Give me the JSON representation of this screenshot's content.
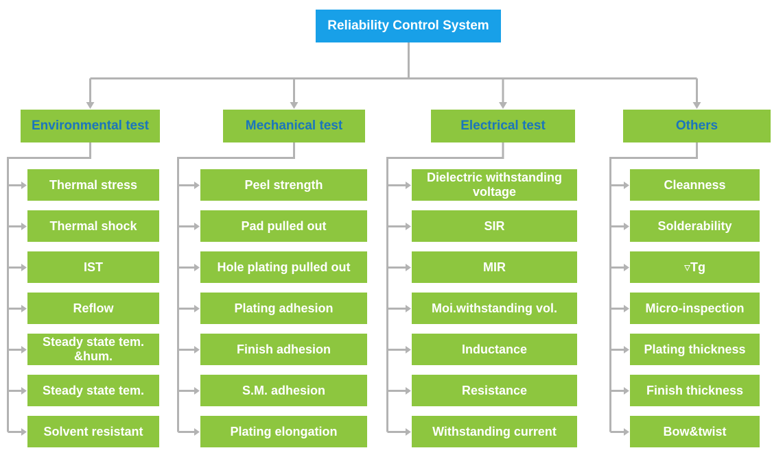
{
  "root": {
    "label": "Reliability Control System"
  },
  "branches": [
    {
      "label": "Environmental test",
      "children": [
        "Thermal stress",
        "Thermal shock",
        "IST",
        "Reflow",
        "Steady state tem. &hum.",
        "Steady state tem.",
        "Solvent resistant"
      ]
    },
    {
      "label": "Mechanical test",
      "children": [
        "Peel strength",
        "Pad pulled out",
        "Hole plating pulled out",
        "Plating adhesion",
        "Finish adhesion",
        "S.M. adhesion",
        "Plating elongation"
      ]
    },
    {
      "label": "Electrical test",
      "children": [
        "Dielectric withstanding voltage",
        "SIR",
        "MIR",
        "Moi.withstanding vol.",
        "Inductance",
        "Resistance",
        "Withstanding current"
      ]
    },
    {
      "label": "Others",
      "children": [
        "Cleanness",
        "Solderability",
        "▿Tg",
        "Micro-inspection",
        "Plating thickness",
        "Finish thickness",
        "Bow&twist"
      ]
    }
  ],
  "colors": {
    "root_bg": "#18a0e8",
    "node_bg": "#8dc63f",
    "header_text": "#1b75bc",
    "node_text": "#ffffff",
    "connector": "#b3b3b3",
    "background": "#ffffff"
  }
}
